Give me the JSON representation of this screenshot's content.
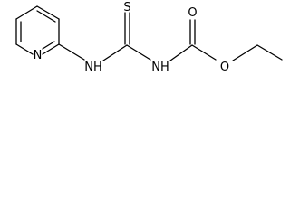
{
  "molecule": {
    "atoms": {
      "pyridine_n": "N",
      "thio_s": "S",
      "amine_nh_1": "NH",
      "amine_nh_2": "NH",
      "carbonyl_o": "O",
      "ester_o": "O"
    },
    "colors": {
      "bond": "#000000",
      "label": "#000000",
      "background": "#ffffff"
    }
  }
}
